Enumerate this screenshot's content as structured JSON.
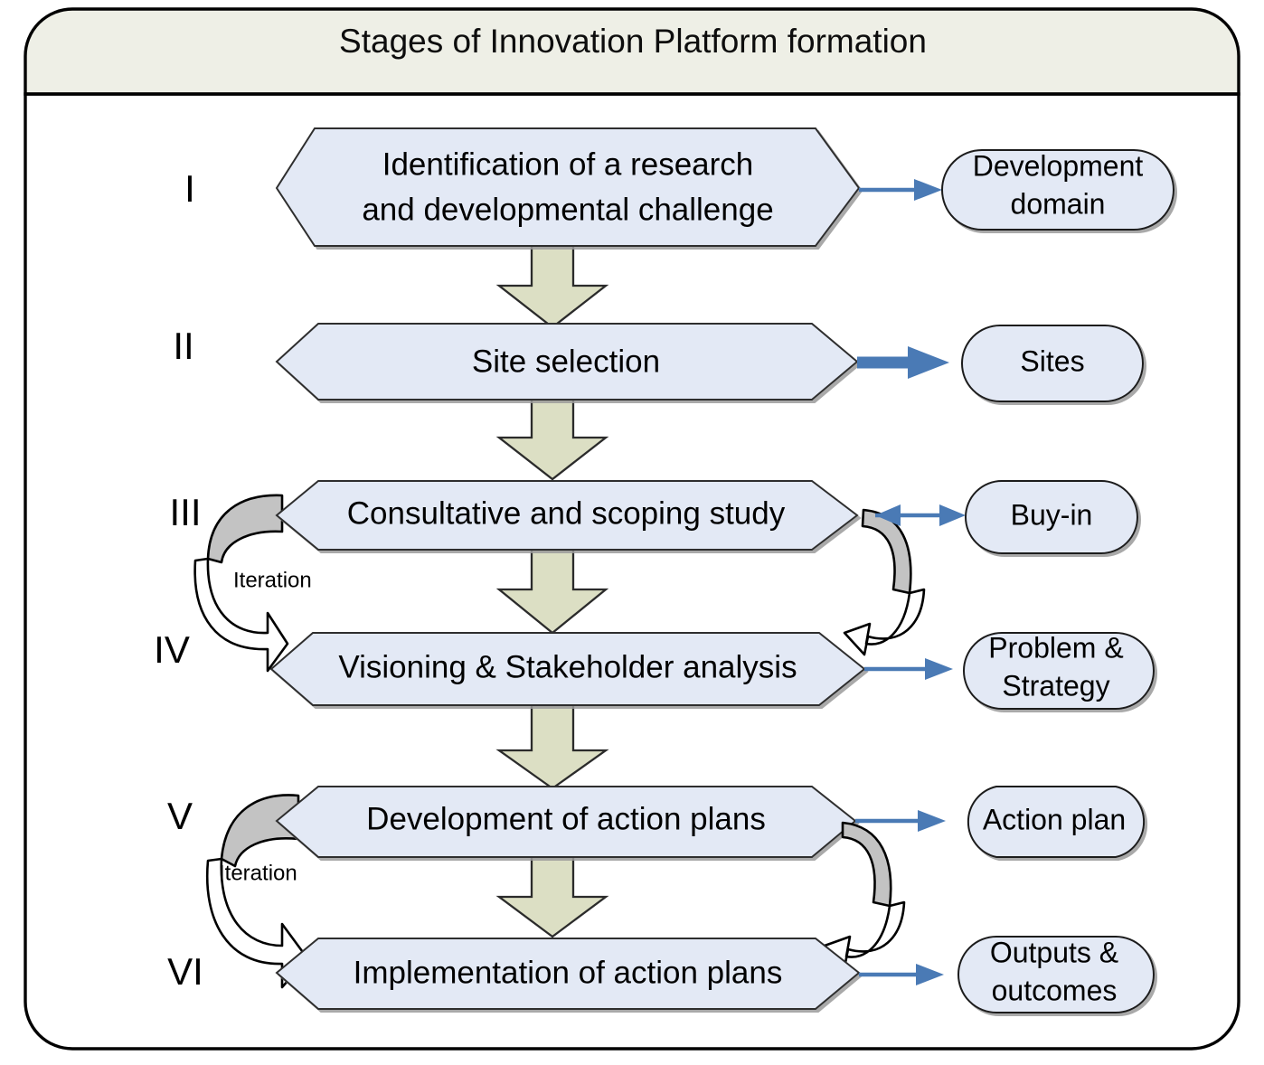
{
  "header": {
    "title": "Stages of Innovation Platform formation",
    "band_color": "#eeefe6",
    "border_color": "#000000"
  },
  "colors": {
    "hexagon_fill": "#e3e9f5",
    "hexagon_stroke": "#2f2f2f",
    "callout_fill": "#e3e9f5",
    "callout_stroke": "#1a1a1a",
    "down_arrow_fill": "#dcdfc4",
    "down_arrow_stroke": "#2b2b2b",
    "blue_arrow": "#4a7ab5",
    "loop_gray_fill": "#c3c3c3",
    "loop_white_fill": "#ffffff",
    "loop_stroke": "#000000",
    "shadow": "#9a9a9a"
  },
  "stages": [
    {
      "numeral": "I",
      "label_lines": [
        "Identification of a research",
        "and developmental challenge"
      ],
      "callout_lines": [
        "Development",
        "domain"
      ],
      "connector": "single-arrow",
      "connector_weight": "thin",
      "has_iteration_left": false,
      "has_iteration_right": false
    },
    {
      "numeral": "II",
      "label_lines": [
        "Site selection"
      ],
      "callout_lines": [
        "Sites"
      ],
      "connector": "single-arrow",
      "connector_weight": "thick",
      "has_iteration_left": false,
      "has_iteration_right": false
    },
    {
      "numeral": "III",
      "label_lines": [
        "Consultative and scoping study"
      ],
      "callout_lines": [
        "Buy-in"
      ],
      "connector": "double-arrow",
      "connector_weight": "thin",
      "has_iteration_left": true,
      "has_iteration_right": true
    },
    {
      "numeral": "IV",
      "label_lines": [
        "Visioning & Stakeholder analysis"
      ],
      "callout_lines": [
        "Problem &",
        "Strategy"
      ],
      "connector": "single-arrow",
      "connector_weight": "thin",
      "has_iteration_left": false,
      "has_iteration_right": false
    },
    {
      "numeral": "V",
      "label_lines": [
        "Development of action plans"
      ],
      "callout_lines": [
        "Action plan"
      ],
      "connector": "single-arrow",
      "connector_weight": "thin",
      "has_iteration_left": true,
      "has_iteration_right": true
    },
    {
      "numeral": "VI",
      "label_lines": [
        "Implementation of  action plans"
      ],
      "callout_lines": [
        "Outputs &",
        "outcomes"
      ],
      "connector": "single-arrow",
      "connector_weight": "thin",
      "has_iteration_left": false,
      "has_iteration_right": false
    }
  ],
  "iteration_labels": {
    "upper": "Iteration",
    "lower": "Iteration"
  },
  "flow_arrows": {
    "count": 4,
    "direction": "down",
    "description": "vertical block arrows connecting stage I-II, II-III, IV-V, V-VI"
  }
}
